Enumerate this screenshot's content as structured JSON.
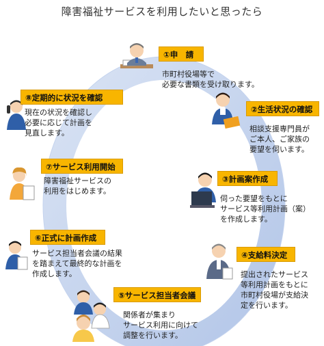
{
  "title": "障害福祉サービスを利用したいと思ったら",
  "colors": {
    "ring": "#c5d3ec",
    "ring_outer": "#a9bee3",
    "label": "#f8b500"
  },
  "steps": [
    {
      "label": "①申　請",
      "desc": "市町村役場等で\n必要な書類を受け取ります。"
    },
    {
      "label": "②生活状況の確認",
      "desc": "相談支援専門員が\nご本人、ご家族の\n要望を伺います。"
    },
    {
      "label": "③計画案作成",
      "desc": "伺った要望をもとに\nサービス等利用計画（案）\nを作成します。"
    },
    {
      "label": "④支給料決定",
      "desc": "提出されたサービス\n等利用計画をもとに\n市町村役場が支給決\n定を行います。"
    },
    {
      "label": "⑤サービス担当者会議",
      "desc": "関係者が集まり\nサービス利用に向けて\n調整を行います。"
    },
    {
      "label": "⑥正式に計画作成",
      "desc": "サービス担当者会議の結果\nを踏まえて最終的な計画を\n作成します。"
    },
    {
      "label": "⑦サービス利用開始",
      "desc": "障害福祉サービスの\n利用をはじめます。"
    },
    {
      "label": "⑧定期的に状況を確認",
      "desc": "現在の状況を確認し\n必要に応じて計画を\n見直します。"
    }
  ]
}
